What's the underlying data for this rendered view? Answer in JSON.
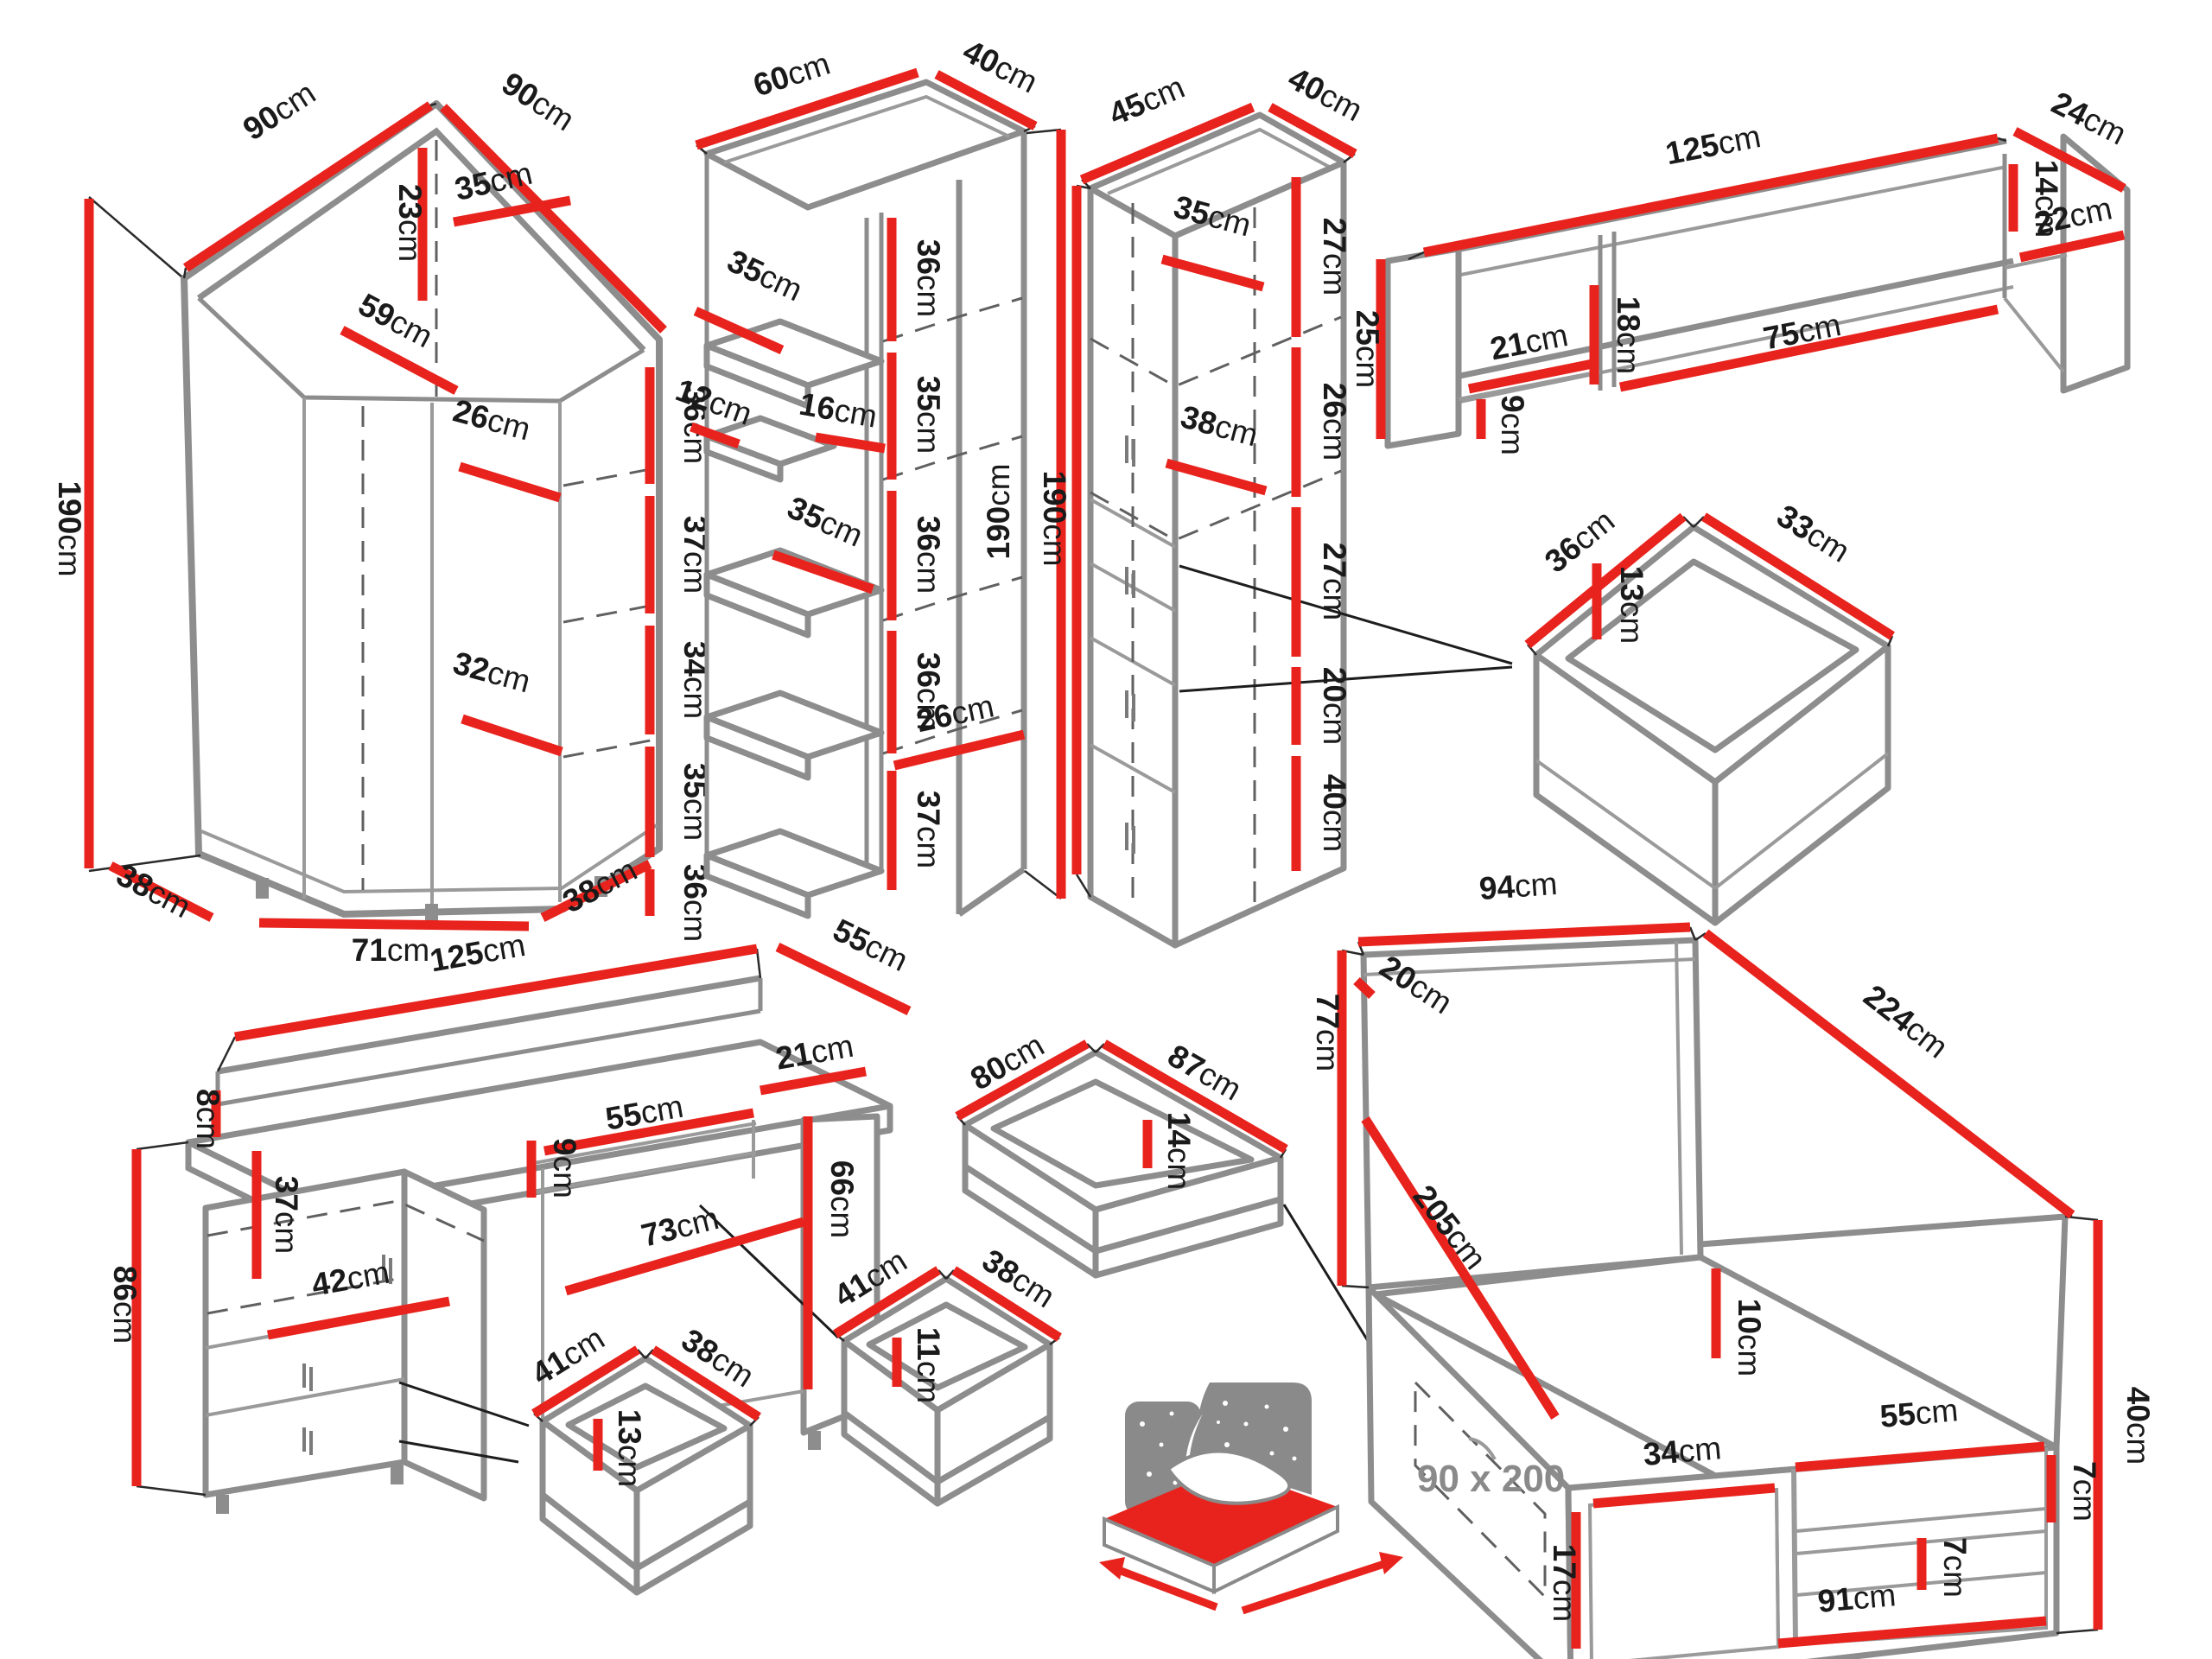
{
  "colors": {
    "dimension_red": "#e8231d",
    "outline_gray": "#8d8d8d",
    "label_black": "#1a1a1a",
    "icon_gray": "#8a8a8a",
    "background": "#ffffff"
  },
  "pieces": {
    "corner_wardrobe": {
      "labels": {
        "width_left": "90cm",
        "width_right": "90cm",
        "top_inner_width": "35cm",
        "top_depth": "23cm",
        "rail_diagonal": "59cm",
        "right_section_1": "36cm",
        "right_section_2": "37cm",
        "right_section_3": "34cm",
        "right_section_4": "35cm",
        "right_section_5": "36cm",
        "inner_width_upper": "26cm",
        "inner_width_lower": "32cm",
        "height": "190cm",
        "base_left": "38cm",
        "base_front": "71cm",
        "base_right": "38cm"
      }
    },
    "open_shelf_unit": {
      "labels": {
        "top_width": "60cm",
        "top_depth": "40cm",
        "left_shelf_upper": "35cm",
        "left_ledge_depth": "12cm",
        "ledge_inner_width": "16cm",
        "left_shelf_lower": "35cm",
        "mid_section_1": "36cm",
        "mid_section_2": "35cm",
        "mid_section_3": "36cm",
        "mid_section_4": "36cm",
        "inner_width": "26cm",
        "mid_section_5": "37cm",
        "height": "190cm"
      }
    },
    "tall_cabinet": {
      "labels": {
        "top_width": "45cm",
        "top_depth": "40cm",
        "shelf_width_upper": "35cm",
        "right_section_1": "27cm",
        "right_section_2": "26cm",
        "right_section_3": "27cm",
        "shelf_width_lower": "38cm",
        "right_section_4": "20cm",
        "right_section_5": "40cm",
        "height": "190cm"
      }
    },
    "cabinet_drawer": {
      "labels": {
        "width": "36cm",
        "depth": "33cm",
        "inner_height": "13cm"
      }
    },
    "hanging_shelf": {
      "labels": {
        "width": "125 cm",
        "depth": "24cm",
        "left_height": "25cm",
        "left_cubby_width": "21cm",
        "left_cubby_drop": "9cm",
        "divider_height": "18cm",
        "open_span": "75cm",
        "right_cubby_height": "14cm",
        "right_cubby_width": "22cm"
      }
    },
    "desk": {
      "labels": {
        "top_width": "125cm",
        "top_depth": "55cm",
        "rail_height": "8cm",
        "left_height": "86cm",
        "niche_right_width": "21cm",
        "niche_width": "55cm",
        "niche_height": "9cm",
        "door_height": "37cm",
        "pedestal_width": "42cm",
        "kneehole_width": "73cm",
        "right_height": "66cm"
      }
    },
    "desk_drawer_large": {
      "labels": {
        "width": "41cm",
        "depth": "38cm",
        "inner_height": "13cm"
      }
    },
    "desk_drawer_small": {
      "labels": {
        "width": "41cm",
        "depth": "38cm",
        "inner_height": "11cm"
      }
    },
    "bed_drawer": {
      "labels": {
        "width": "80cm",
        "depth": "87cm",
        "inner_height": "14cm"
      }
    },
    "bed": {
      "labels": {
        "headboard_width": "94cm",
        "length": "224cm",
        "headboard_thickness": "20cm",
        "headboard_height": "77cm",
        "frame_lip": "10cm",
        "side_length": "205cm",
        "foot_height": "40cm",
        "cubby_left_width": "34cm",
        "cubby_right_width": "55cm",
        "shelf_gap_right": "7cm",
        "shelf_gap_inner": "7cm",
        "cubby_left_height": "17cm",
        "bottom_width": "91cm"
      }
    },
    "mattress_icon": {
      "size_label": "90 x 200"
    }
  }
}
